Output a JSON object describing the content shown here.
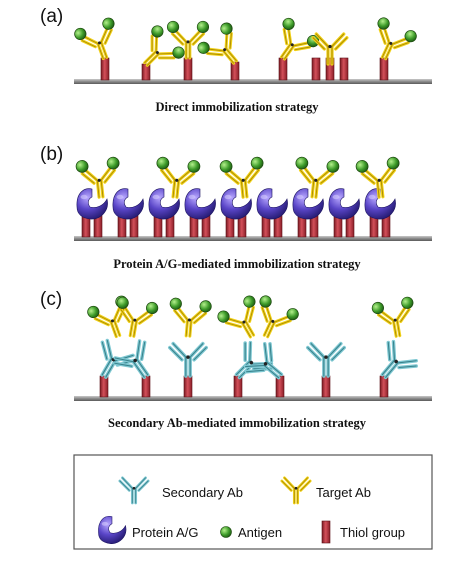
{
  "panels": [
    {
      "label": "(a)",
      "caption": "Direct immobilization  strategy"
    },
    {
      "label": "(b)",
      "caption": "Protein A/G-mediated immobilization  strategy"
    },
    {
      "label": "(c)",
      "caption": "Secondary Ab-mediated immobilization  strategy"
    }
  ],
  "legend": {
    "secondary_ab": "Secondary Ab",
    "target_ab": "Target Ab",
    "protein_ag": "Protein A/G",
    "antigen": "Antigen",
    "thiol": "Thiol group"
  },
  "colors": {
    "target_ab": "#f2d21a",
    "secondary_ab": "#7fc8d2",
    "antigen": "#4aa32e",
    "thiol": "#b8303a",
    "protein_ag": "#5a46b8",
    "surface": "#9a9a9a"
  }
}
